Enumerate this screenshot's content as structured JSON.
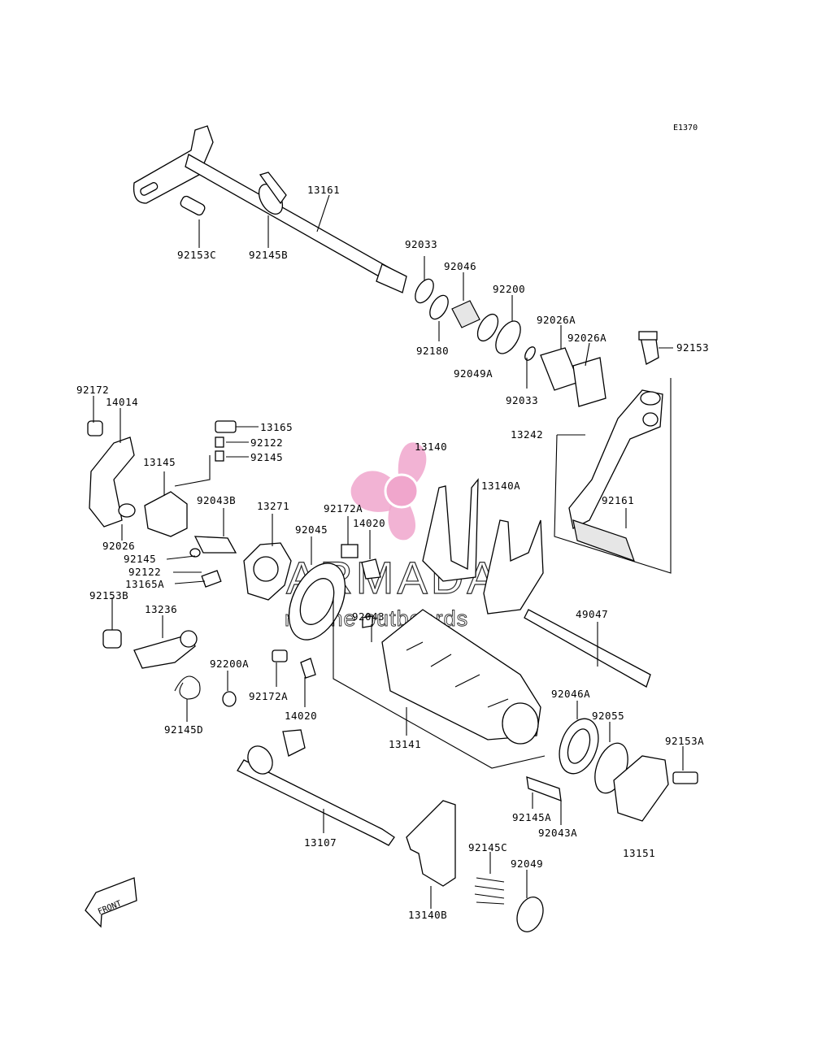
{
  "diagram_code": "E1370",
  "watermark": {
    "brand": "ARMADA",
    "tagline": "marine outboards",
    "logo_color": "#f0a6cc"
  },
  "front_arrow": "FRONT",
  "labels": {
    "p13161": "13161",
    "p92153C": "92153C",
    "p92145B": "92145B",
    "p92033a": "92033",
    "p92046": "92046",
    "p92200": "92200",
    "p92026A_1": "92026A",
    "p92026A_2": "92026A",
    "p92153": "92153",
    "p92180": "92180",
    "p92049A": "92049A",
    "p92033b": "92033",
    "p92172": "92172",
    "p14014": "14014",
    "p13165": "13165",
    "p92122a": "92122",
    "p92145a": "92145",
    "p13140": "13140",
    "p13140A": "13140A",
    "p13242": "13242",
    "p13145": "13145",
    "p92043B": "92043B",
    "p13271": "13271",
    "p92172A_1": "92172A",
    "p14020_1": "14020",
    "p92045": "92045",
    "p92161": "92161",
    "p92026": "92026",
    "p92145b": "92145",
    "p92122b": "92122",
    "p13165A": "13165A",
    "p92153B": "92153B",
    "p13236": "13236",
    "p92043": "92043",
    "p49047": "49047",
    "p92200A": "92200A",
    "p92172A_2": "92172A",
    "p14020_2": "14020",
    "p92046A": "92046A",
    "p92055": "92055",
    "p92145D": "92145D",
    "p13141": "13141",
    "p92153A": "92153A",
    "p92145A": "92145A",
    "p92043A": "92043A",
    "p13107": "13107",
    "p92145C": "92145C",
    "p92049": "92049",
    "p13151": "13151",
    "p13140B": "13140B"
  }
}
